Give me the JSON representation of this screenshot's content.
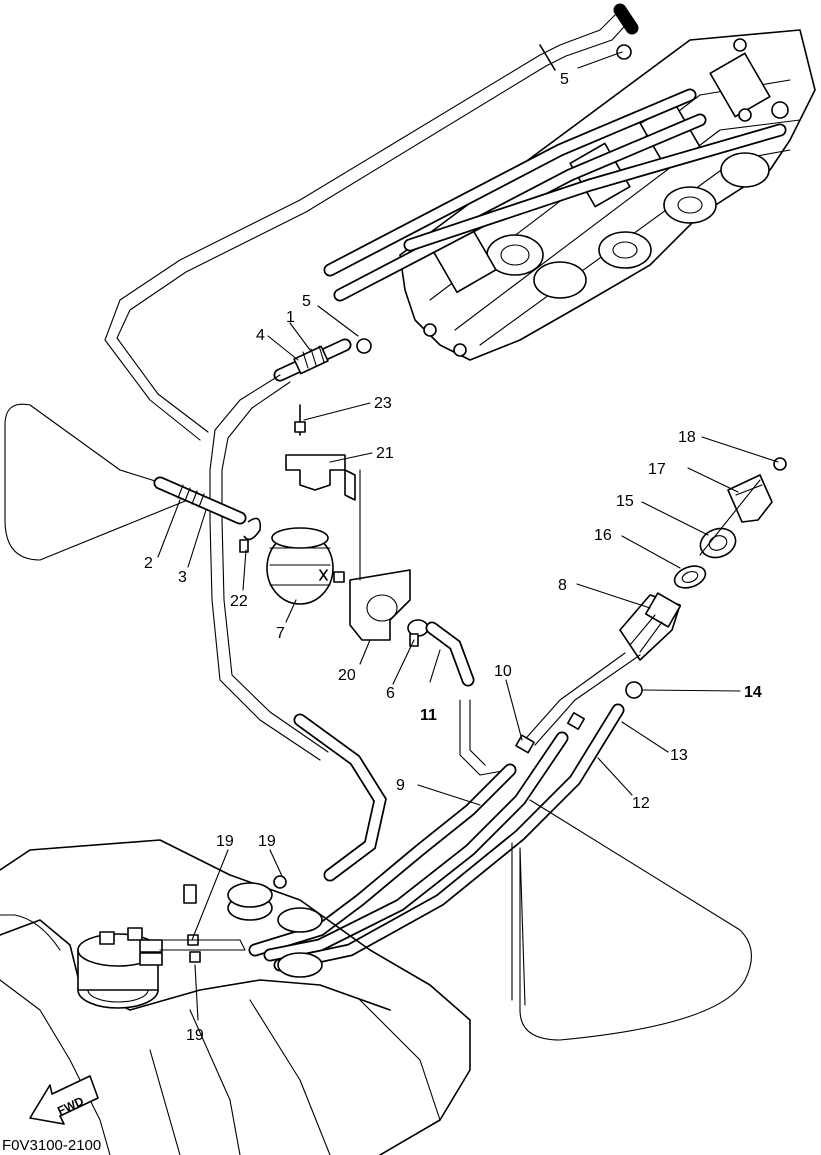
{
  "diagram_code": "F0V3100-2100",
  "direction_badge": "FWD",
  "callouts": {
    "c1": "1",
    "c2": "2",
    "c3": "3",
    "c4": "4",
    "c5_top": "5",
    "c5_mid": "5",
    "c6": "6",
    "c7": "7",
    "c8": "8",
    "c9": "9",
    "c10": "10",
    "c11": "11",
    "c12": "12",
    "c13": "13",
    "c14": "14",
    "c15": "15",
    "c16": "16",
    "c17": "17",
    "c18": "18",
    "c19_a": "19",
    "c19_b": "19",
    "c19_c": "19",
    "c20": "20",
    "c21": "21",
    "c22": "22",
    "c23": "23"
  }
}
